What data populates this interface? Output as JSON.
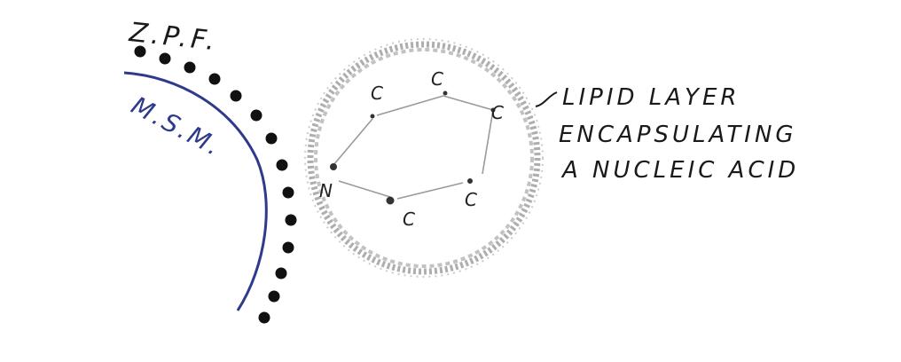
{
  "labels": {
    "zpf": "Z.P.F.",
    "msm": "M.S.M.",
    "annotation_lines": [
      "LIPID LAYER",
      "ENCAPSULATING",
      "A NUCLEIC ACID"
    ]
  },
  "ring_atoms": [
    "C",
    "C",
    "C",
    "C",
    "C",
    "N"
  ],
  "colors": {
    "ink": "#1a1a1a",
    "membrane": "#2e3a8c",
    "lipid": "#9a9a9a",
    "background": "#ffffff"
  }
}
